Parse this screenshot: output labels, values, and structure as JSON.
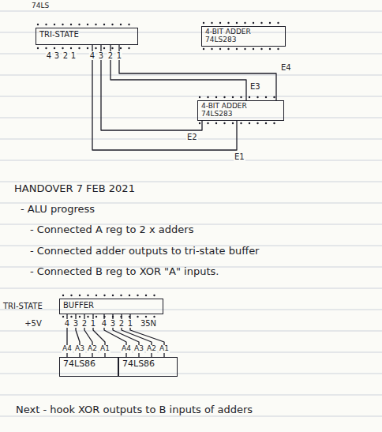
{
  "diagram": {
    "nodes": [
      {
        "text": [
          "TRI-STATE"
        ]
      },
      {
        "text": [
          "4-BIT ADDER",
          "74LS283"
        ]
      },
      {
        "text": [
          "4-BIT ADDER",
          "74LS283"
        ]
      },
      {
        "text": [
          "TRI-STATE",
          "BUFFER"
        ]
      },
      {
        "text": [
          "74LS86"
        ]
      },
      {
        "text": [
          "74LS86"
        ]
      }
    ],
    "edges": [
      {
        "from": 0,
        "to": 2,
        "arrow": "none",
        "label": "E4"
      },
      {
        "from": 0,
        "to": 2,
        "arrow": "none",
        "label": "E3"
      },
      {
        "from": 0,
        "to": 2,
        "arrow": "none",
        "label": "E2"
      },
      {
        "from": 0,
        "to": 2,
        "arrow": "none",
        "label": "E1"
      },
      {
        "from": 3,
        "to": 4,
        "arrow": "none"
      },
      {
        "from": 3,
        "to": 5,
        "arrow": "none"
      }
    ],
    "labels": [
      "74LS",
      "4",
      "3",
      "2",
      "1",
      "4",
      "3",
      "2",
      "1",
      "HANDOVER 7 FEB 2021",
      "- ALU progress",
      "- Connected A reg to 2 x adders",
      "- Connected adder outputs to tri-state buffer",
      "- Connected B reg to XOR \"A\" inputs.",
      "+5V",
      "4",
      "3",
      "2",
      "1",
      "4",
      "3",
      "2",
      "1",
      "35N",
      "A4",
      "A3",
      "A2",
      "A1",
      "A4",
      "A3",
      "A2",
      "A1",
      "Next - hook XOR outputs to B inputs of adders"
    ]
  }
}
